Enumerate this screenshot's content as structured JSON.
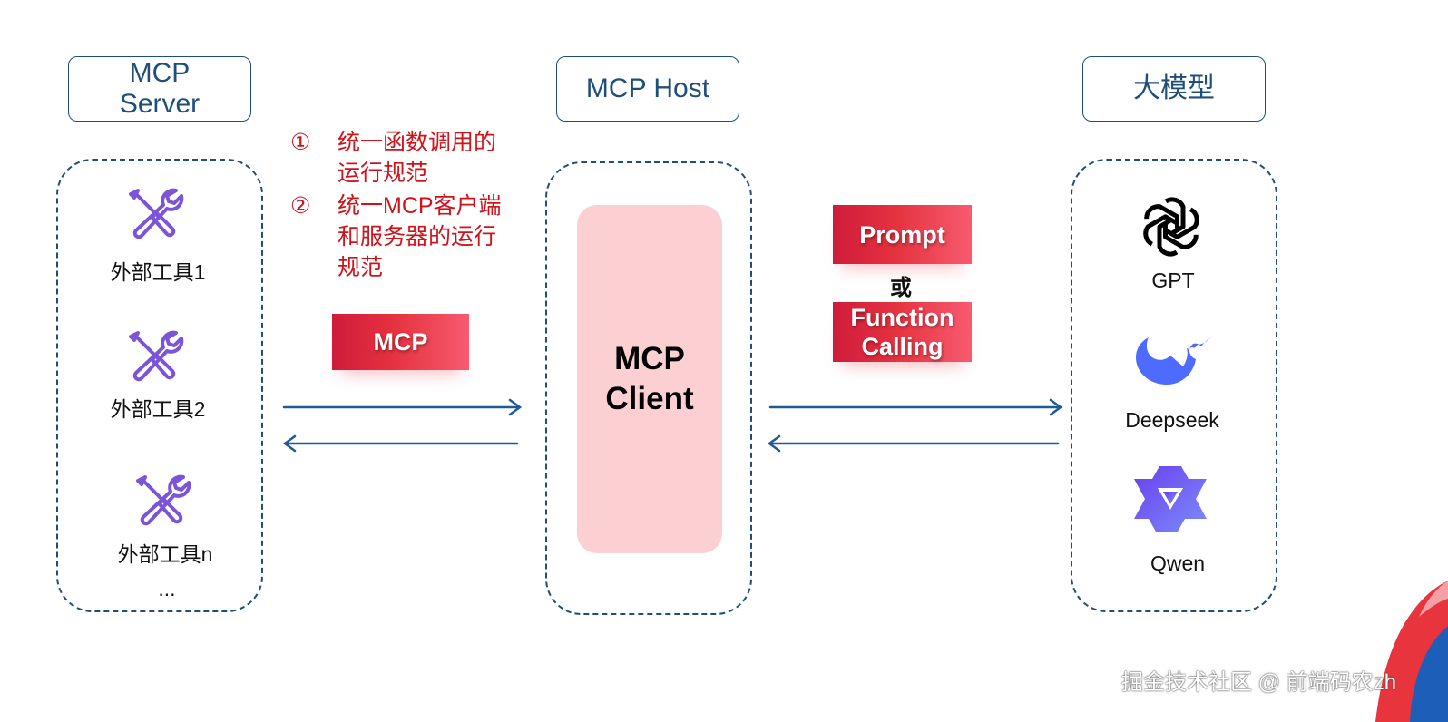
{
  "headers": {
    "server": "MCP Server",
    "host": "MCP Host",
    "model": "大模型"
  },
  "tools": [
    {
      "label": "外部工具1",
      "icon": "tools-icon"
    },
    {
      "label": "外部工具2",
      "icon": "tools-icon"
    },
    {
      "label": "外部工具n",
      "icon": "tools-icon"
    }
  ],
  "tools_more": "...",
  "notes": [
    {
      "num": "①",
      "text": "统一函数调用的运行规范"
    },
    {
      "num": "②",
      "text": "统一MCP客户端和服务器的运行规范"
    }
  ],
  "protocol_tag": "MCP",
  "client": "MCP Client",
  "prompt_tag": "Prompt",
  "or_label": "或",
  "function_tag": "Function Calling",
  "models": [
    {
      "label": "GPT",
      "icon": "openai-logo-icon"
    },
    {
      "label": "Deepseek",
      "icon": "deepseek-whale-icon"
    },
    {
      "label": "Qwen",
      "icon": "qwen-logo-icon"
    }
  ],
  "watermark": "掘金技术社区 @ 前端码农zh",
  "colors": {
    "box_border": "#1f4e79",
    "note_red": "#d0121b",
    "tag_red": "#e5323f",
    "client_pink": "#fcd0d2",
    "tool_purple": "#7b55d8",
    "model_blue": "#4d6bfe"
  }
}
